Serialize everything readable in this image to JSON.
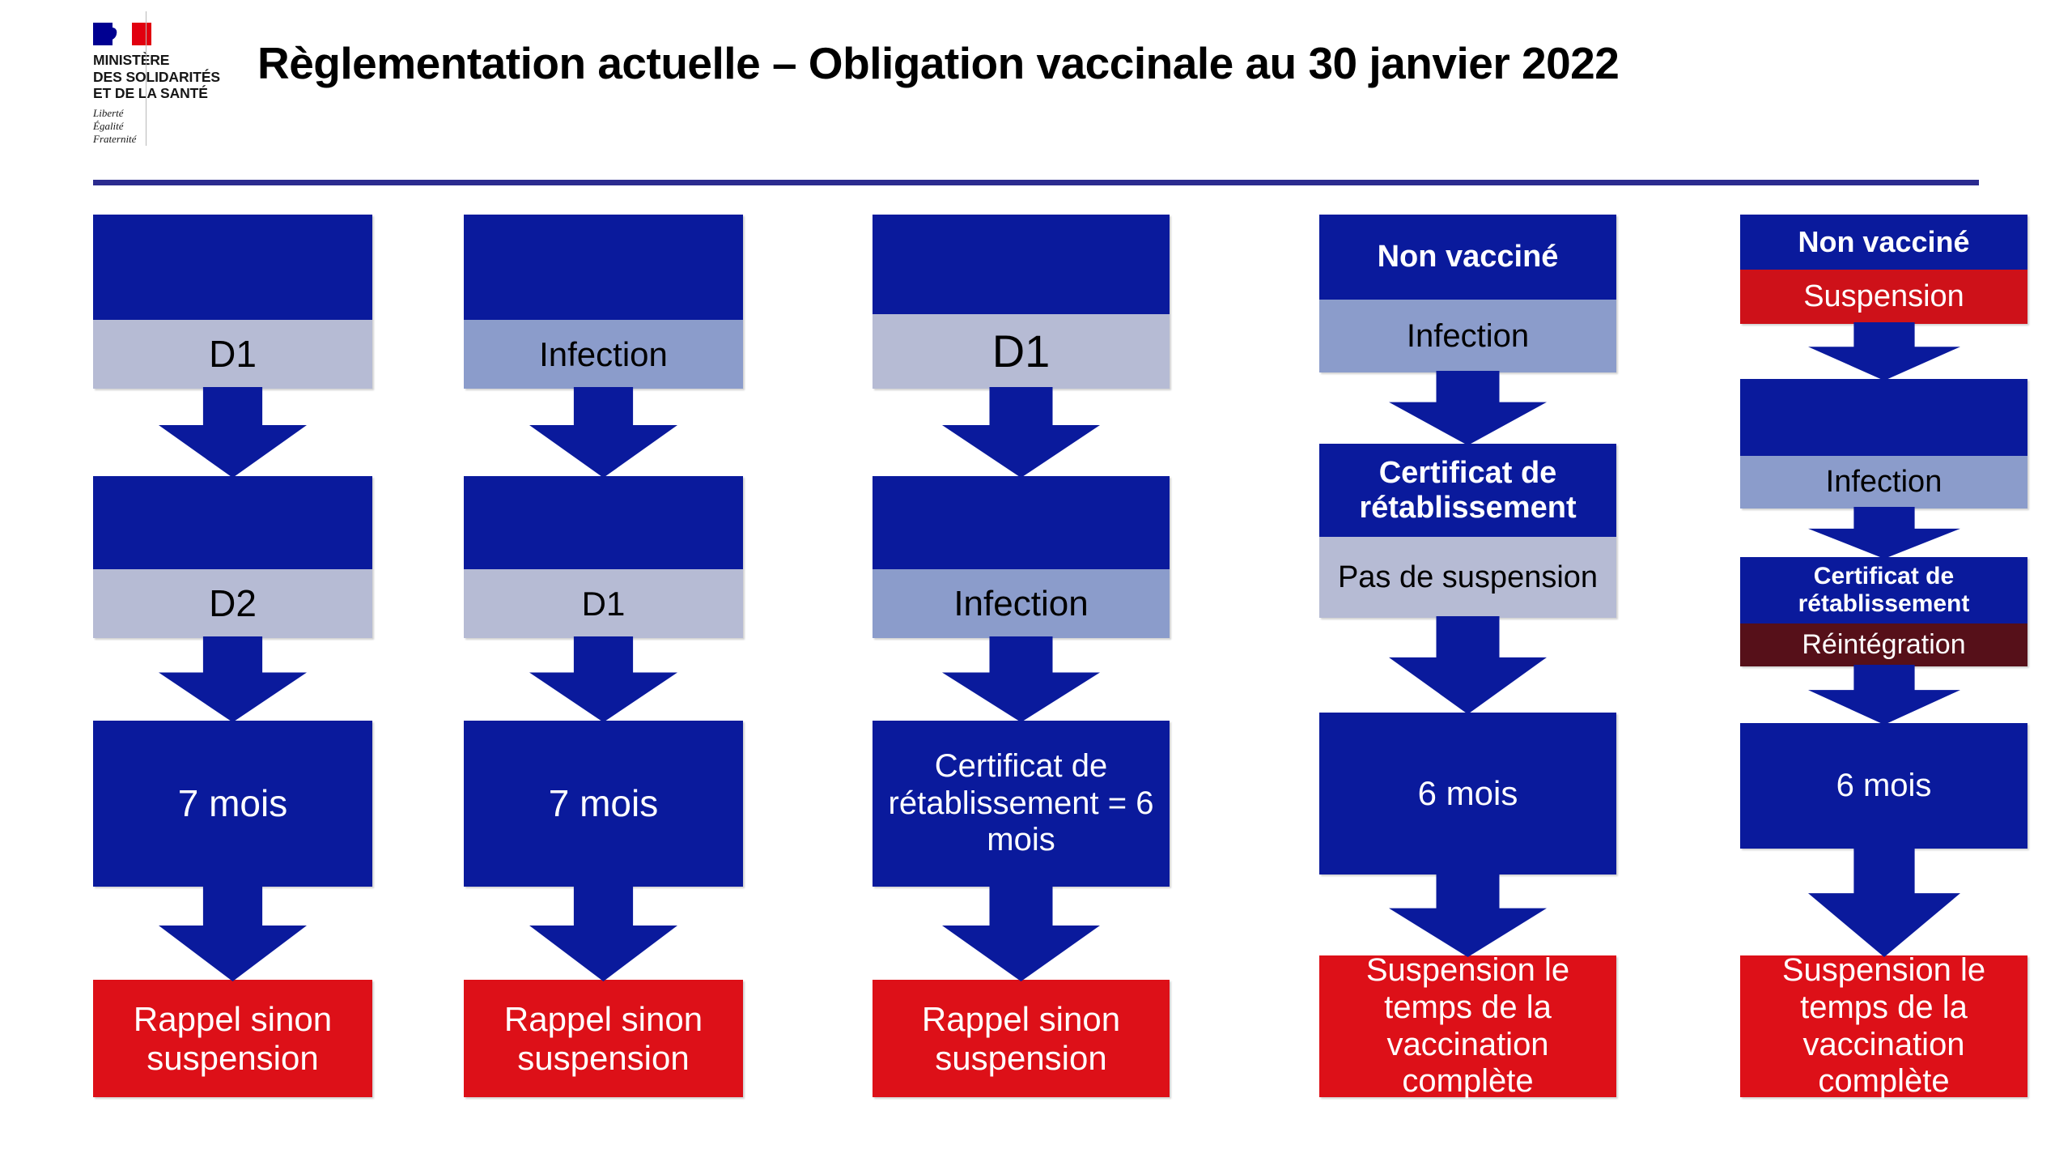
{
  "header": {
    "logo": {
      "flag_alt": "french-flag",
      "ministry_name": "MINISTÈRE\nDES SOLIDARITÉS\nET DE LA SANTÉ",
      "motto": "Liberté\nÉgalité\nFraternité"
    },
    "title": "Règlementation actuelle – Obligation vaccinale au 30 janvier 2022"
  },
  "colors": {
    "dark_blue": "#0a1a9c",
    "lavender": "#b6bbd4",
    "mid_blue": "#8b9ccb",
    "red": "#dd1018",
    "red_strip": "#ce1119",
    "maroon": "#561019",
    "rule_blue": "#2b2b8f",
    "flag_blue": "#000091",
    "flag_red": "#e1000f"
  },
  "chart_data": {
    "type": "diagram",
    "title": "Règlementation actuelle – Obligation vaccinale au 30 janvier 2022",
    "columns": [
      {
        "id": "col1",
        "nodes": [
          {
            "kind": "split",
            "body": "",
            "strip": "D1",
            "strip_style": "lav"
          },
          {
            "kind": "split",
            "body": "",
            "strip": "D2",
            "strip_style": "lav"
          },
          {
            "kind": "plain",
            "body": "7 mois"
          },
          {
            "kind": "red",
            "body": "Rappel sinon suspension"
          }
        ]
      },
      {
        "id": "col2",
        "nodes": [
          {
            "kind": "split",
            "body": "",
            "strip": "Infection",
            "strip_style": "midblue"
          },
          {
            "kind": "split",
            "body": "",
            "strip": "D1",
            "strip_style": "lav"
          },
          {
            "kind": "plain",
            "body": "7 mois"
          },
          {
            "kind": "red",
            "body": "Rappel sinon suspension"
          }
        ]
      },
      {
        "id": "col3",
        "nodes": [
          {
            "kind": "split",
            "body": "",
            "strip": "D1",
            "strip_style": "lav"
          },
          {
            "kind": "split",
            "body": "",
            "strip": "Infection",
            "strip_style": "midblue"
          },
          {
            "kind": "plain",
            "body": "Certificat de rétablissement = 6 mois"
          },
          {
            "kind": "red",
            "body": "Rappel sinon suspension"
          }
        ]
      },
      {
        "id": "col4",
        "nodes": [
          {
            "kind": "split",
            "body": "Non vacciné",
            "strip": "Infection",
            "strip_style": "midblue"
          },
          {
            "kind": "split",
            "body": "Certificat de rétablissement",
            "strip": "Pas de suspension",
            "strip_style": "lav"
          },
          {
            "kind": "plain",
            "body": "6 mois"
          },
          {
            "kind": "red",
            "body": "Suspension le temps de la vaccination complète"
          }
        ]
      },
      {
        "id": "col5",
        "nodes": [
          {
            "kind": "split",
            "body": "Non vacciné",
            "strip": "Suspension",
            "strip_style": "red"
          },
          {
            "kind": "split",
            "body": "",
            "strip": "Infection",
            "strip_style": "midblue"
          },
          {
            "kind": "split",
            "body": "Certificat de rétablissement",
            "strip": "Réintégration",
            "strip_style": "maroon"
          },
          {
            "kind": "plain",
            "body": "6 mois"
          },
          {
            "kind": "red",
            "body": "Suspension le temps de la vaccination complète"
          }
        ]
      }
    ]
  }
}
